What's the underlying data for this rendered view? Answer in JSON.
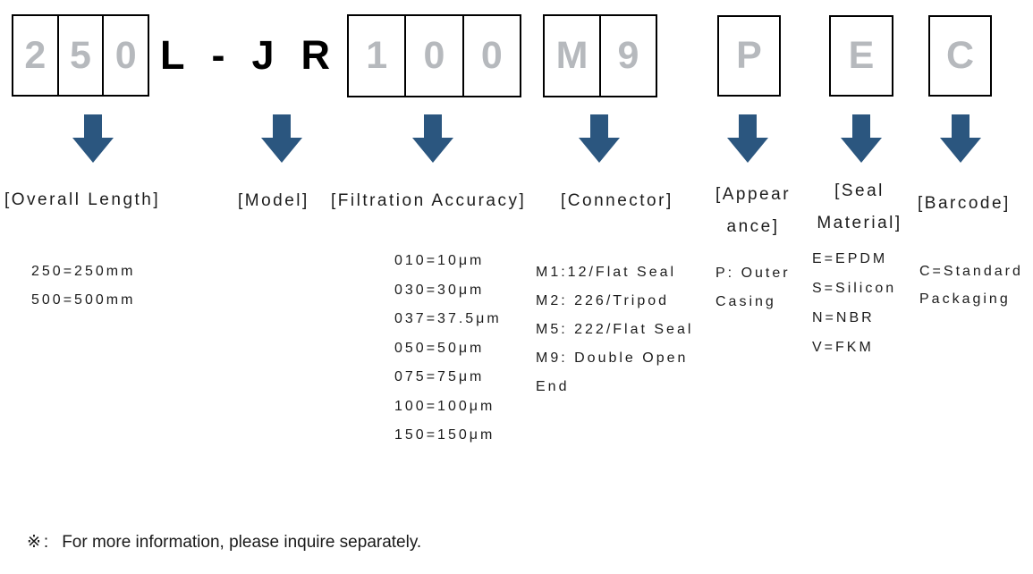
{
  "colors": {
    "arrow": "#2b567f",
    "code_text": "#b6b9bd",
    "box_border": "#000000",
    "text": "#1c1c1c"
  },
  "segments": [
    {
      "name": "overall-length",
      "cells": [
        "2",
        "5",
        "0"
      ],
      "label": "[Overall Length]",
      "lines": [
        "250=250mm",
        "500=500mm"
      ]
    },
    {
      "name": "model",
      "code": "L-JR",
      "label": "[Model]"
    },
    {
      "name": "filtration-accuracy",
      "cells": [
        "1",
        "0",
        "0"
      ],
      "label": "[Filtration Accuracy]",
      "lines": [
        "010=10μm",
        "030=30μm",
        "037=37.5μm",
        "050=50μm",
        "075=75μm",
        "100=100μm",
        "150=150μm"
      ]
    },
    {
      "name": "connector",
      "cells": [
        "M",
        "9"
      ],
      "label": "[Connector]",
      "lines": [
        "M1:12/Flat Seal",
        "M2: 226/Tripod",
        "M5: 222/Flat Seal",
        "M9: Double Open",
        "End"
      ]
    },
    {
      "name": "appearance",
      "cells": [
        "P"
      ],
      "label_lines": [
        "[Appear",
        "ance]"
      ],
      "lines": [
        "P: Outer",
        "Casing"
      ]
    },
    {
      "name": "seal-material",
      "cells": [
        "E"
      ],
      "label_lines": [
        "[Seal",
        "Material]"
      ],
      "lines": [
        "E=EPDM",
        "S=Silicon",
        "N=NBR",
        "V=FKM"
      ]
    },
    {
      "name": "barcode",
      "cells": [
        "C"
      ],
      "label": "[Barcode]",
      "lines": [
        "C=Standard",
        "Packaging"
      ]
    }
  ],
  "footnote": {
    "marker": "※:",
    "text": "For more information, please inquire separately."
  }
}
